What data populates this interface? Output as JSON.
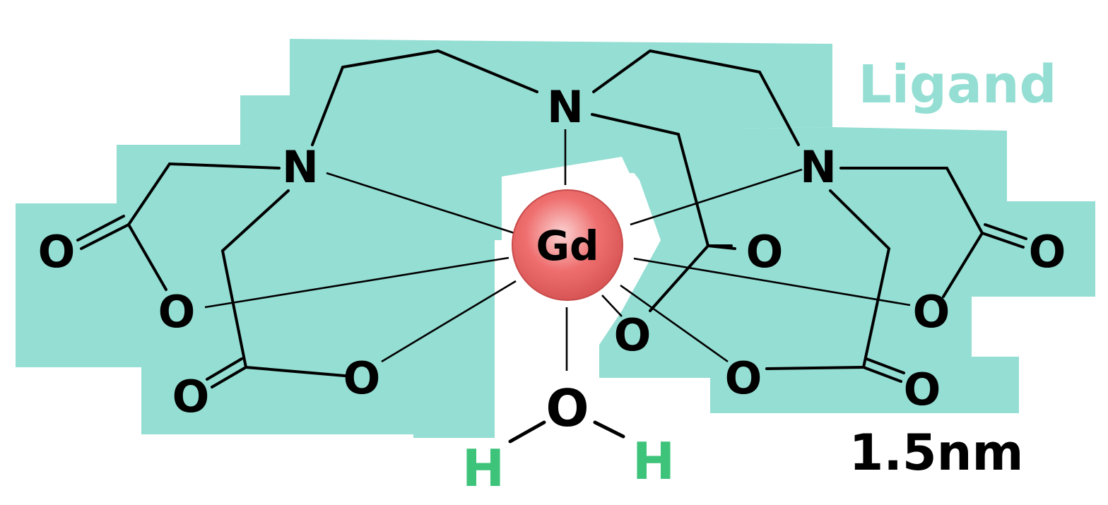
{
  "colors": {
    "ligand_region": "#94ded3",
    "ligand_label": "#94ded3",
    "hydrogen": "#3ec37a",
    "gd_fill": "#ef6f6f",
    "gd_stroke": "#c84a4a",
    "atom": "#000000"
  },
  "labels": {
    "ligand": "Ligand",
    "scale": "1.5nm",
    "metal": "Gd",
    "nitrogen": "N",
    "oxygen": "O",
    "hydrogen": "H"
  }
}
